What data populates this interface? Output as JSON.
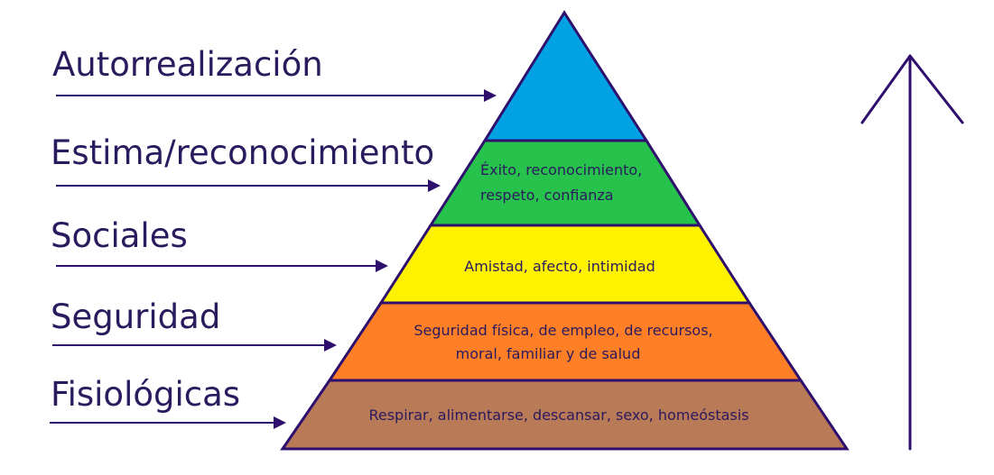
{
  "colors": {
    "outline": "#2e0f6e",
    "text": "#2a1a5e",
    "level_autorrealizacion": "#00a2e3",
    "level_estima": "#27c24c",
    "level_sociales": "#fff200",
    "level_seguridad": "#ff7f27",
    "level_fisiologicas": "#b97a57"
  },
  "levels": [
    {
      "label": "Autorrealización",
      "description_lines": []
    },
    {
      "label": "Estima/reconocimiento",
      "description_lines": [
        "Éxito, reconocimiento,",
        "respeto, confianza"
      ]
    },
    {
      "label": "Sociales",
      "description_lines": [
        "Amistad, afecto, intimidad"
      ]
    },
    {
      "label": "Seguridad",
      "description_lines": [
        "Seguridad física, de empleo, de recursos,",
        "moral, familiar y de salud"
      ]
    },
    {
      "label": "Fisiológicas",
      "description_lines": [
        "Respirar, alimentarse, descansar, sexo, homeóstasis"
      ]
    }
  ],
  "up_arrow_icon": "up-arrow-icon"
}
